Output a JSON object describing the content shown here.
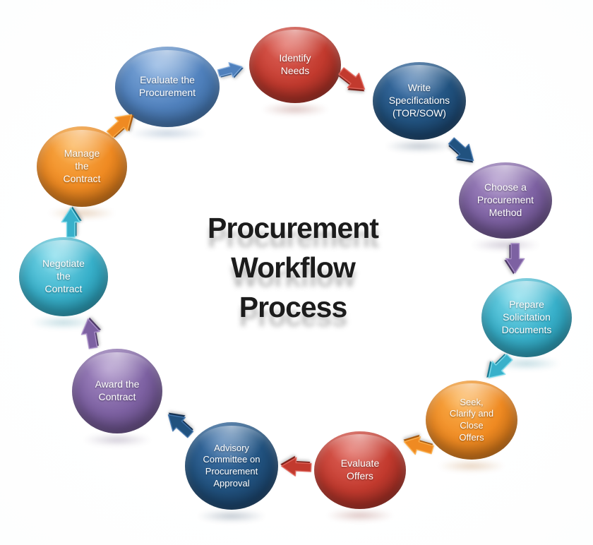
{
  "title": {
    "text": "Procurement Workflow Process",
    "text_multiline": "Procurement\nWorkflow\nProcess",
    "color": "#1c1c1c"
  },
  "background": "#ffffff",
  "node_text_color": "#ffffff",
  "palette": {
    "red": {
      "light": "#e0645a",
      "main": "#c23a2e",
      "dark": "#7e2018"
    },
    "darkBlue": {
      "light": "#4376ae",
      "main": "#21527f",
      "dark": "#122f4f"
    },
    "purple": {
      "light": "#a98fc7",
      "main": "#7d61a2",
      "dark": "#4e3a68"
    },
    "teal": {
      "light": "#82dcec",
      "main": "#38b0ca",
      "dark": "#177a92"
    },
    "orange": {
      "light": "#fbb04e",
      "main": "#ef8a22",
      "dark": "#a85a0e"
    },
    "lightBlue": {
      "light": "#88b0e0",
      "main": "#5081bd",
      "dark": "#2e5b8c"
    }
  },
  "nodes": [
    {
      "id": "identify-needs",
      "label": "Identify\nNeeds",
      "color": "red"
    },
    {
      "id": "write-specifications",
      "label": "Write\nSpecifications\n(TOR/SOW)",
      "color": "darkBlue"
    },
    {
      "id": "choose-procurement-method",
      "label": "Choose a\nProcurement\nMethod",
      "color": "purple"
    },
    {
      "id": "prepare-solicitation-documents",
      "label": "Prepare\nSolicitation\nDocuments",
      "color": "teal"
    },
    {
      "id": "seek-clarify-close-offers",
      "label": "Seek,\nClarify and\nClose\nOffers",
      "color": "orange"
    },
    {
      "id": "evaluate-offers",
      "label": "Evaluate\nOffers",
      "color": "red"
    },
    {
      "id": "advisory-committee",
      "label": "Advisory\nCommittee on\nProcurement\nApproval",
      "color": "darkBlue"
    },
    {
      "id": "award-the-contract",
      "label": "Award the\nContract",
      "color": "purple"
    },
    {
      "id": "negotiate-the-contract",
      "label": "Negotiate\nthe\nContract",
      "color": "teal"
    },
    {
      "id": "manage-the-contract",
      "label": "Manage\nthe\nContract",
      "color": "orange"
    },
    {
      "id": "evaluate-the-procurement",
      "label": "Evaluate the\nProcurement",
      "color": "lightBlue"
    }
  ],
  "arrows": [
    {
      "from": "identify-needs",
      "to": "write-specifications",
      "color": "red"
    },
    {
      "from": "write-specifications",
      "to": "choose-procurement-method",
      "color": "darkBlue"
    },
    {
      "from": "choose-procurement-method",
      "to": "prepare-solicitation-documents",
      "color": "purple"
    },
    {
      "from": "prepare-solicitation-documents",
      "to": "seek-clarify-close-offers",
      "color": "teal"
    },
    {
      "from": "seek-clarify-close-offers",
      "to": "evaluate-offers",
      "color": "orange"
    },
    {
      "from": "evaluate-offers",
      "to": "advisory-committee",
      "color": "red"
    },
    {
      "from": "advisory-committee",
      "to": "award-the-contract",
      "color": "darkBlue"
    },
    {
      "from": "award-the-contract",
      "to": "negotiate-the-contract",
      "color": "purple"
    },
    {
      "from": "negotiate-the-contract",
      "to": "manage-the-contract",
      "color": "teal"
    },
    {
      "from": "manage-the-contract",
      "to": "evaluate-the-procurement",
      "color": "orange"
    },
    {
      "from": "evaluate-the-procurement",
      "to": "identify-needs",
      "color": "lightBlue"
    }
  ]
}
